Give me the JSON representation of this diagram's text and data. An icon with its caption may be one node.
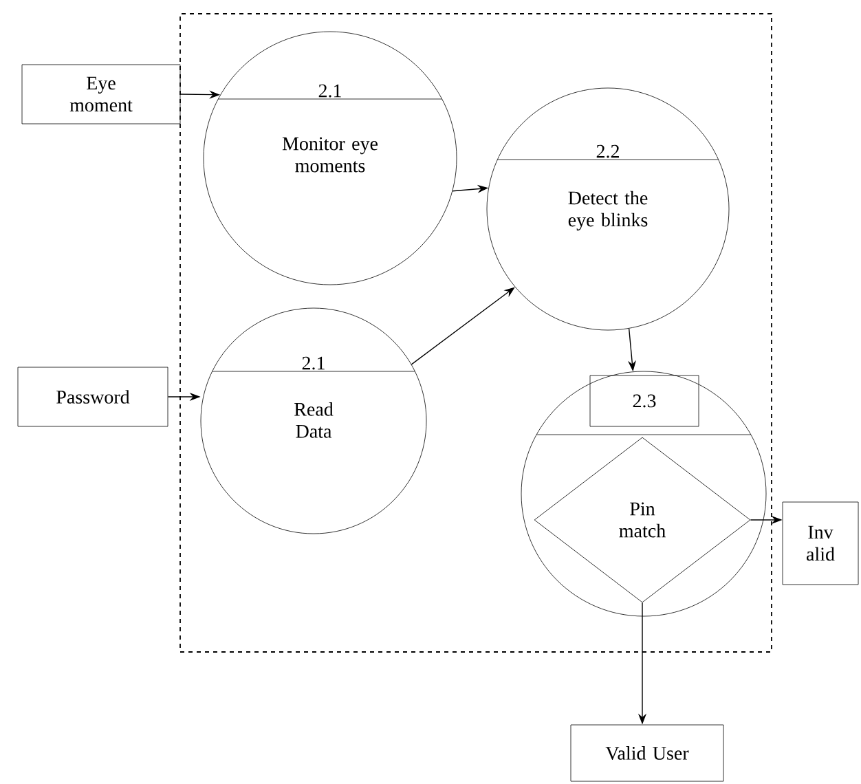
{
  "diagram": {
    "nodes": [
      {
        "text": [],
        "shape": "box"
      },
      {
        "text": [
          "Eye moment"
        ]
      },
      {
        "text": [
          "2.1",
          "Monitor eye moments"
        ],
        "in": 0
      },
      {
        "text": [
          "Password"
        ]
      },
      {
        "text": [
          "2.1",
          "Read Data"
        ],
        "in": 0
      },
      {
        "text": [
          "2.2",
          "Detect the eye blinks"
        ],
        "in": 0
      },
      {
        "text": [],
        "shape": "circle",
        "in": 0
      },
      {
        "text": [
          "2.3"
        ],
        "in": 6
      },
      {
        "text": [
          "Pin match"
        ],
        "in": 6
      },
      {
        "text": [
          "Inv alid"
        ]
      },
      {
        "text": [
          "Valid User"
        ]
      }
    ],
    "edges": [
      {
        "from": 1,
        "to": 2,
        "arrow": "to"
      },
      {
        "from": 3,
        "to": 4,
        "arrow": "to"
      },
      {
        "from": 2,
        "to": 5,
        "arrow": "to"
      },
      {
        "from": 4,
        "to": 5,
        "arrow": "to"
      },
      {
        "from": 5,
        "to": 6,
        "arrow": "to"
      },
      {
        "from": 8,
        "to": 9,
        "arrow": "to"
      },
      {
        "from": 8,
        "to": 10,
        "arrow": "to"
      }
    ]
  }
}
